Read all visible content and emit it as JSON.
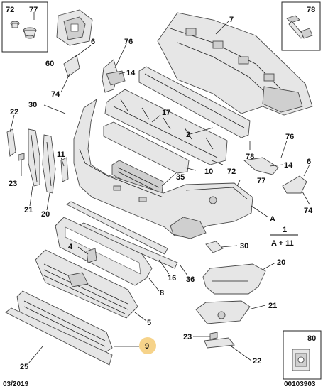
{
  "diagram": {
    "inset_boxes": {
      "top_left": [
        "72",
        "77"
      ],
      "top_right": "78",
      "bottom_right": "80"
    },
    "labels": {
      "l60": "60",
      "l6a": "6",
      "l76a": "76",
      "l74a": "74",
      "l14a": "14",
      "l7": "7",
      "l30a": "30",
      "l22a": "22",
      "l17": "17",
      "l2": "2",
      "l23a": "23",
      "l11": "11",
      "l21a": "21",
      "l20a": "20",
      "l35": "35",
      "l10": "10",
      "l72": "72",
      "l78": "78",
      "l76b": "76",
      "l14b": "14",
      "l77": "77",
      "l6b": "6",
      "l74b": "74",
      "lA": "A",
      "l1": "1",
      "lA11": "A + 11",
      "l4": "4",
      "l30b": "30",
      "l16": "16",
      "l36": "36",
      "l8": "8",
      "l20b": "20",
      "l21b": "21",
      "l5": "5",
      "l9": "9",
      "l23b": "23",
      "l22b": "22",
      "l25": "25"
    },
    "footer": {
      "date": "03/2019",
      "ref": "00103903"
    },
    "highlight_color": "#f6d38a"
  }
}
